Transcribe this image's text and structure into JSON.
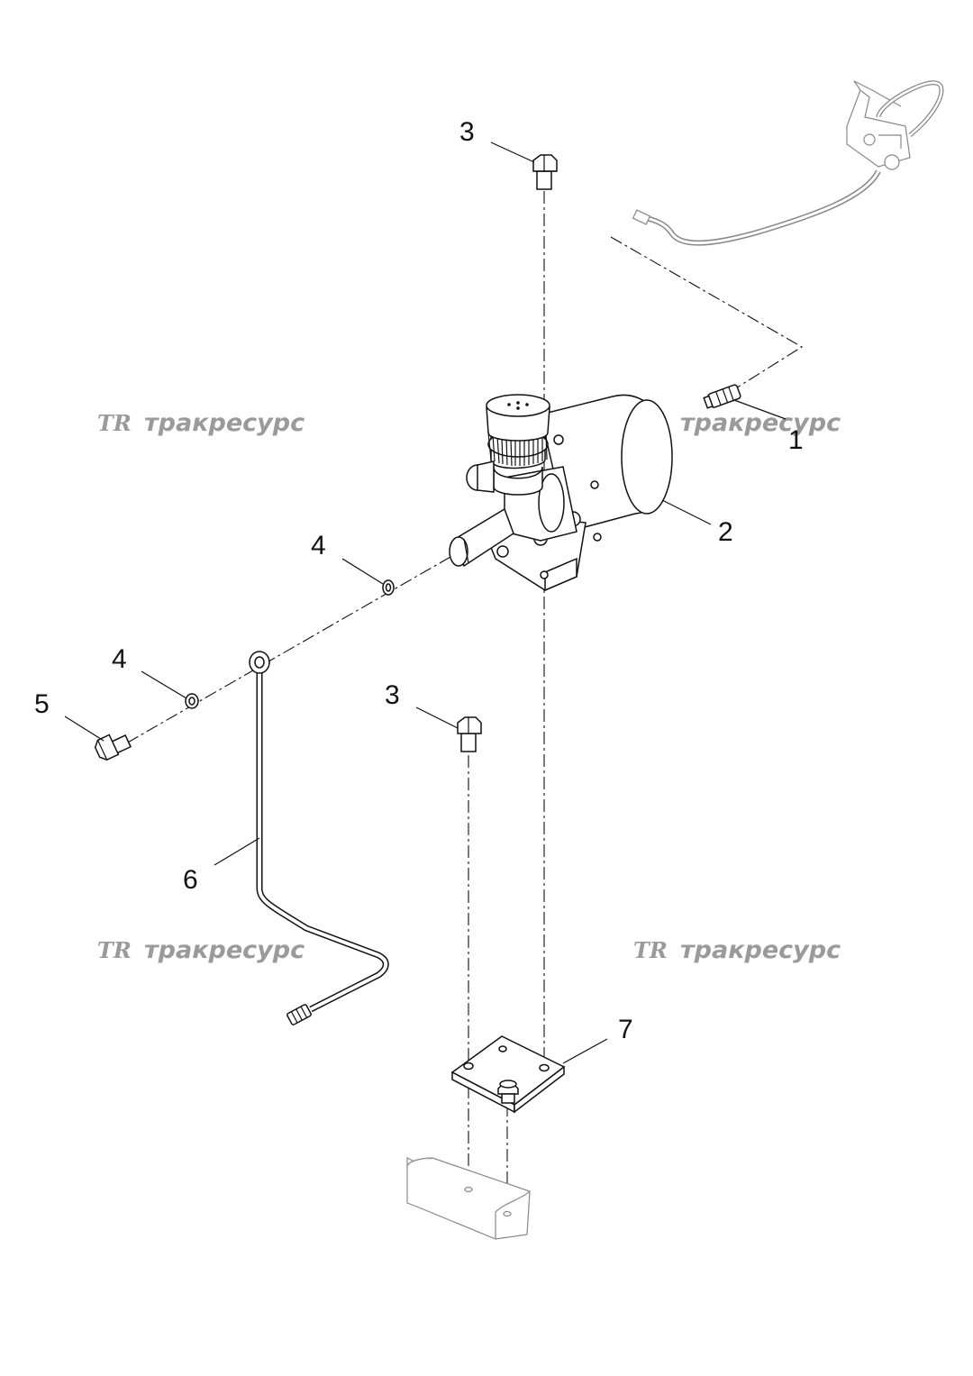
{
  "watermark": {
    "logo": "TR",
    "text": "тракресурс"
  },
  "callouts": [
    {
      "id": "c3-top",
      "label": "3"
    },
    {
      "id": "c1",
      "label": "1"
    },
    {
      "id": "c2",
      "label": "2"
    },
    {
      "id": "c4-upper",
      "label": "4"
    },
    {
      "id": "c4-lower",
      "label": "4"
    },
    {
      "id": "c5",
      "label": "5"
    },
    {
      "id": "c3-lower",
      "label": "3"
    },
    {
      "id": "c6",
      "label": "6"
    },
    {
      "id": "c7",
      "label": "7"
    }
  ]
}
